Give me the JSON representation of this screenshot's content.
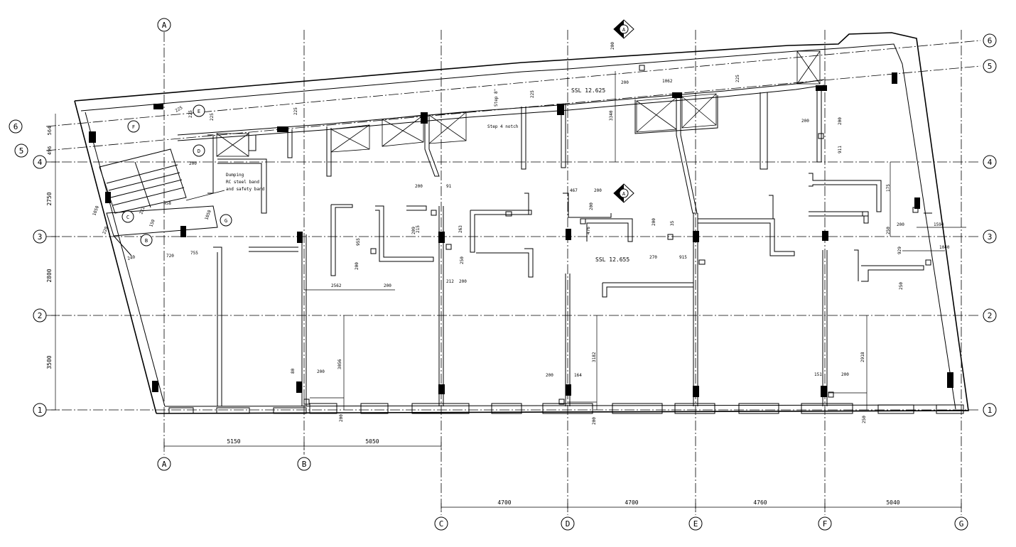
{
  "grid_labels": {
    "A": "A",
    "B": "B",
    "C": "C",
    "D": "D",
    "E": "E",
    "F": "F",
    "G": "G",
    "r1": "1",
    "r2": "2",
    "r3": "3",
    "r4": "4",
    "r5": "5",
    "r6": "6"
  },
  "dimensions_bottom": {
    "ab": "5150",
    "bc": "5050",
    "cd": "4700",
    "de": "4700",
    "ef": "4760",
    "fg": "5040"
  },
  "dimensions_left": {
    "d65": "564",
    "d54": "496",
    "d43": "2750",
    "d32": "2800",
    "d21": "3500"
  },
  "levels": {
    "top": "SSL 12.625",
    "middle": "SSL 12.655"
  },
  "notes": {
    "top_note_1": "Step 8\"",
    "top_note_2": "Step 4 notch",
    "stair_note_line1": "Dumping",
    "stair_note_line2": "RC steel band",
    "stair_note_line3": "and safety band"
  },
  "section_marks": {
    "top": "A",
    "middle": "A",
    "stair_1": "F",
    "stair_2": "E",
    "stair_3": "D",
    "stair_4": "C",
    "stair_5": "G",
    "stair_6": "B"
  },
  "small_dims": {
    "t1": "225",
    "t2": "225",
    "t3": "225",
    "t4": "225",
    "t5": "225",
    "t6": "200",
    "t7": "1062",
    "t8": "3340",
    "t9": "200",
    "t10": "200",
    "t11": "911",
    "t12": "200",
    "t13": "91",
    "t14": "467",
    "t15": "200",
    "t16": "200",
    "t17": "476",
    "t18": "215",
    "t19": "263",
    "t20": "200",
    "t21": "35",
    "t22": "270",
    "t23": "915",
    "t24": "200",
    "t25": "1594",
    "t26": "200",
    "t27": "1040",
    "t28": "929",
    "t29": "250",
    "t30": "250",
    "t31": "2562",
    "t32": "200",
    "t33": "212",
    "t34": "200",
    "t35": "250",
    "t36": "955",
    "t37": "200",
    "t38": "3056",
    "t39": "80",
    "t40": "200",
    "t41": "200",
    "t42": "3182",
    "t43": "200",
    "t44": "164",
    "t45": "200",
    "t46": "2918",
    "t47": "151",
    "t48": "200",
    "t49": "250",
    "t50": "175",
    "t51": "209",
    "t52": "1050",
    "t53": "458",
    "t54": "200",
    "t55": "720",
    "t56": "755",
    "t57": "240",
    "t58": "222",
    "t59": "150",
    "t60": "220",
    "t61": "225",
    "t62": "1050"
  }
}
